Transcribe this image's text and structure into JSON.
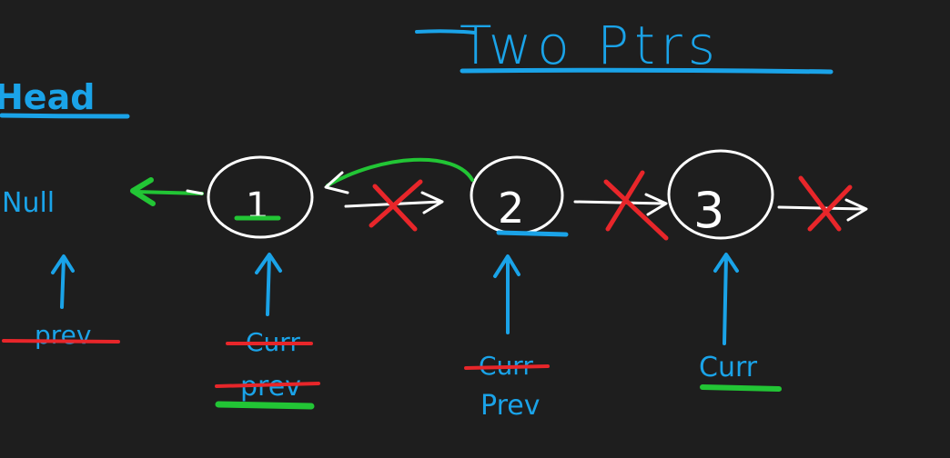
{
  "title": "Two Ptrs",
  "head_label": "Head",
  "null_label": "Null",
  "nodes": [
    {
      "value": "1"
    },
    {
      "value": "2"
    },
    {
      "value": "3"
    }
  ],
  "pointer_labels": {
    "null_prev_struck": "prev",
    "node1_curr_struck": "Curr",
    "node1_prev_struck": "prev",
    "node2_curr_struck": "Curr",
    "node2_prev": "Prev",
    "node3_curr": "Curr"
  },
  "colors": {
    "background": "#1e1e1e",
    "ink_white": "#ffffff",
    "ink_blue": "#1aa3e8",
    "ink_red": "#e8262a",
    "ink_green": "#22c535"
  }
}
